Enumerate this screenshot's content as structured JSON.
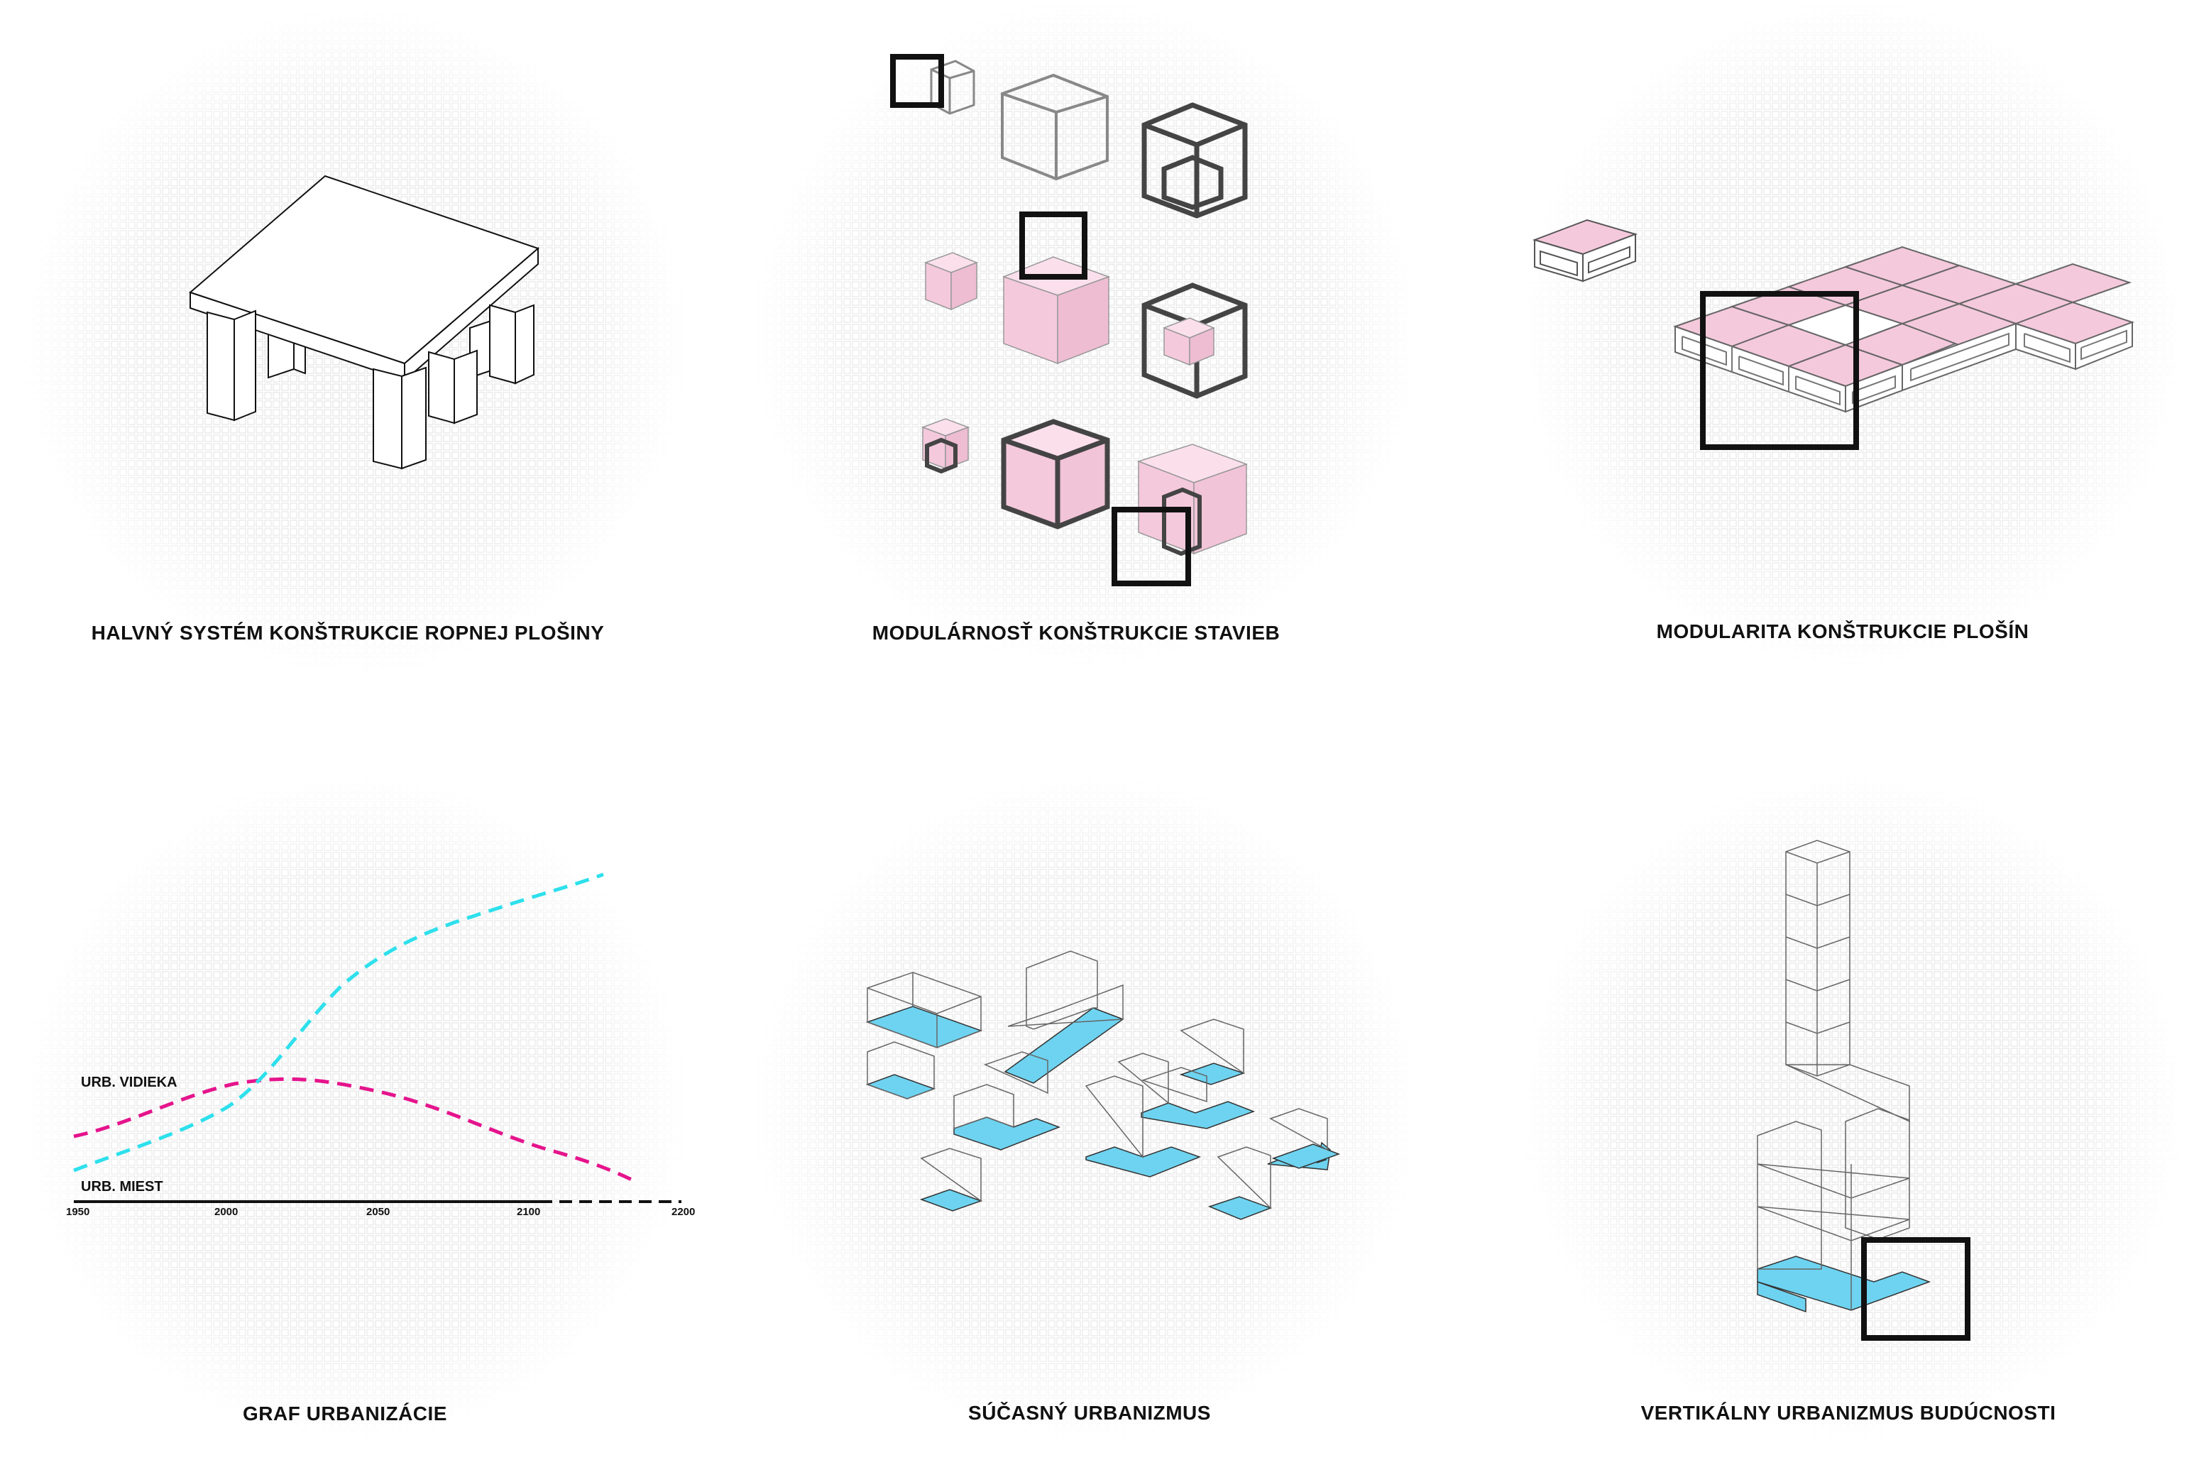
{
  "panels": {
    "p1": {
      "caption": "HALVNÝ SYSTÉM KONŠTRUKCIE ROPNEJ PLOŠINY"
    },
    "p2": {
      "caption": "MODULÁRNOSŤ KONŠTRUKCIE STAVIEB"
    },
    "p3": {
      "caption": "MODULARITA KONŠTRUKCIE PLOŠÍN"
    },
    "p4": {
      "caption": "GRAF URBANIZÁCIE"
    },
    "p5": {
      "caption": "SÚČASNÝ URBANIZMUS"
    },
    "p6": {
      "caption": "VERTIKÁLNY URBANIZMUS BUDÚCNOSTI"
    }
  },
  "colors": {
    "pink": "#f2c4d8",
    "cyan": "#6ed3f0",
    "magenta_line": "#e5148c",
    "cyan_line": "#2de0ec",
    "ink": "#111111"
  },
  "chart_data": {
    "type": "line",
    "x_ticks": [
      "1950",
      "2000",
      "2050",
      "2100",
      "2200"
    ],
    "series": [
      {
        "name": "URB. VIDIEKA",
        "color": "magenta",
        "style": "dashed"
      },
      {
        "name": "URB. MIEST",
        "color": "cyan",
        "style": "dashed"
      }
    ],
    "axis_solid_until": "2100",
    "axis_dashed_after": "2100"
  }
}
